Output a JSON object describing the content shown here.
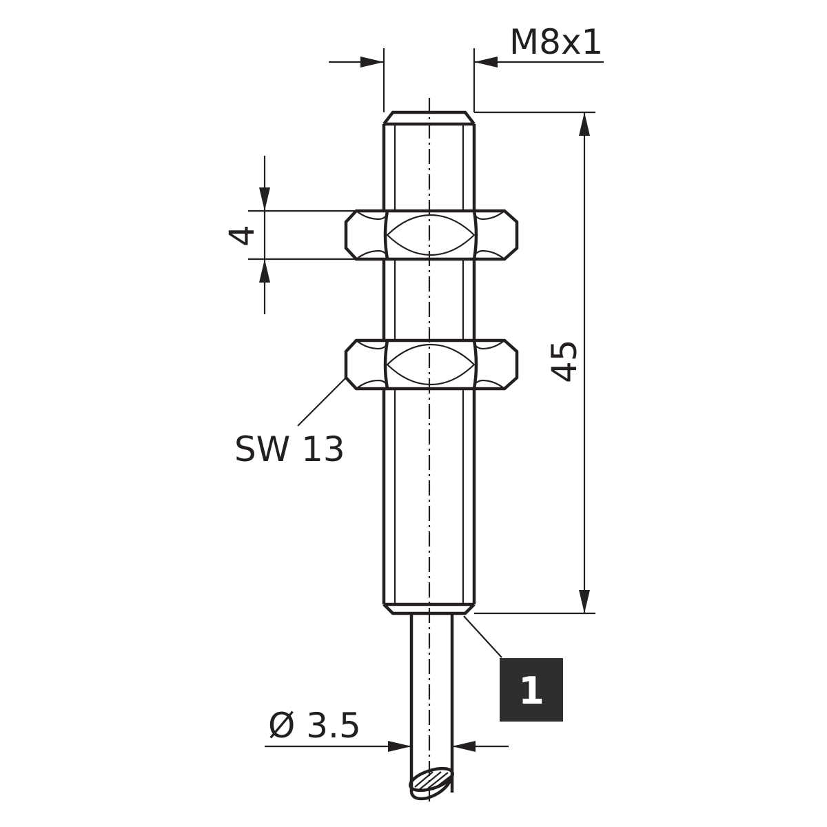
{
  "dimensions": {
    "thread": "M8x1",
    "length": "45",
    "nut_thickness": "4",
    "wrench_size": "SW 13",
    "cable_diameter": "Ø 3.5"
  },
  "callout": {
    "number": "1",
    "background_color": "#2d2e30",
    "text_color": "#ffffff"
  },
  "colors": {
    "line": "#231f20",
    "background": "#ffffff"
  }
}
